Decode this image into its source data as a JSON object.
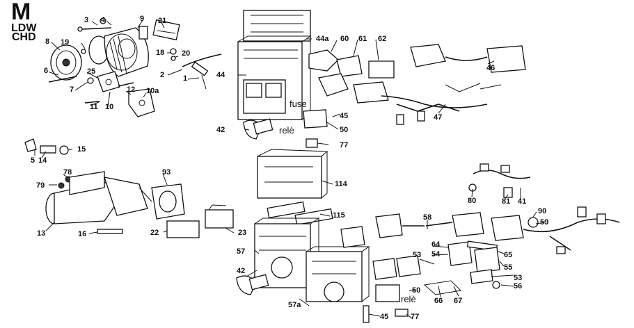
{
  "header": {
    "code": "M",
    "line1": "LDW",
    "line2": "CHD"
  },
  "words": {
    "fuse": "fuse",
    "rele_1": "relè",
    "rele_2": "relè"
  },
  "labels": {
    "l1": "1",
    "l2": "2",
    "l3": "3",
    "l4": "4",
    "l5": "5",
    "l6": "6",
    "l7": "7",
    "l8": "8",
    "l9": "9",
    "l10": "10",
    "l10a": "10a",
    "l11": "11",
    "l12": "12",
    "l13": "13",
    "l14": "14",
    "l15": "15",
    "l16": "16",
    "l18": "18",
    "l19": "19",
    "l20": "20",
    "l21": "21",
    "l22": "22",
    "l23": "23",
    "l25": "25",
    "l41": "41",
    "l42a": "42",
    "l42b": "42",
    "l44": "44",
    "l44a": "44a",
    "l45a": "45",
    "l45b": "45",
    "l46": "46",
    "l47": "47",
    "l50a": "50",
    "l50b": "50",
    "l53a": "53",
    "l53b": "53",
    "l54": "54",
    "l55": "55",
    "l56": "56",
    "l57": "57",
    "l57a": "57a",
    "l58": "58",
    "l59": "59",
    "l60": "60",
    "l61": "61",
    "l62": "62",
    "l64": "64",
    "l65": "65",
    "l66": "66",
    "l67": "67",
    "l77a": "77",
    "l77b": "77",
    "l78": "78",
    "l79": "79",
    "l80": "80",
    "l81": "81",
    "l90": "90",
    "l93": "93",
    "l114": "114",
    "l115": "115"
  }
}
